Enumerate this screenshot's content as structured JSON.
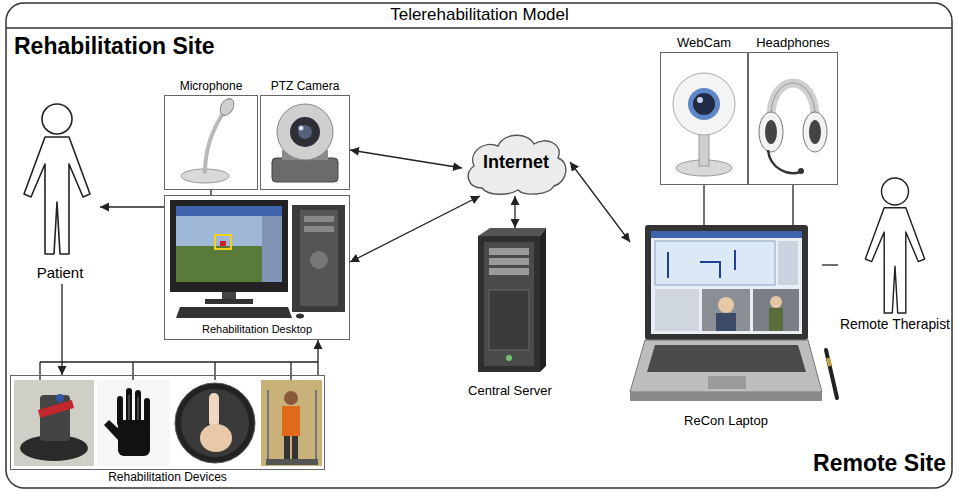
{
  "diagram": {
    "title": "Telerehabilitation Model",
    "nodes": [
      {
        "text": [
          "Patient"
        ]
      },
      {
        "text": [
          "Microphone"
        ]
      },
      {
        "text": [
          "PTZ Camera"
        ]
      },
      {
        "text": [
          "Rehabilitation Desktop"
        ]
      },
      {
        "text": [
          "Rehabilitation Devices"
        ]
      },
      {
        "text": [
          "Internet"
        ]
      },
      {
        "text": [
          "Central Server"
        ]
      },
      {
        "text": [
          "WebCam"
        ]
      },
      {
        "text": [
          "Headphones"
        ]
      },
      {
        "text": [
          "ReCon Laptop"
        ]
      },
      {
        "text": [
          "Remote Therapist"
        ]
      }
    ],
    "edges": [
      {
        "from": 3,
        "to": 0,
        "arrow": "to"
      },
      {
        "from": 0,
        "to": 4,
        "arrow": "to"
      },
      {
        "from": 4,
        "to": 3,
        "arrow": "to"
      },
      {
        "from": 1,
        "to": 3,
        "arrow": "none"
      },
      {
        "from": 2,
        "to": 5,
        "arrow": "both"
      },
      {
        "from": 3,
        "to": 5,
        "arrow": "both"
      },
      {
        "from": 5,
        "to": 6,
        "arrow": "both"
      },
      {
        "from": 5,
        "to": 9,
        "arrow": "both"
      },
      {
        "from": 7,
        "to": 9,
        "arrow": "none"
      },
      {
        "from": 8,
        "to": 9,
        "arrow": "none"
      },
      {
        "from": 10,
        "to": 9,
        "arrow": "none"
      }
    ],
    "labels": [
      "Rehabilitation Site",
      "Remote Site"
    ]
  }
}
